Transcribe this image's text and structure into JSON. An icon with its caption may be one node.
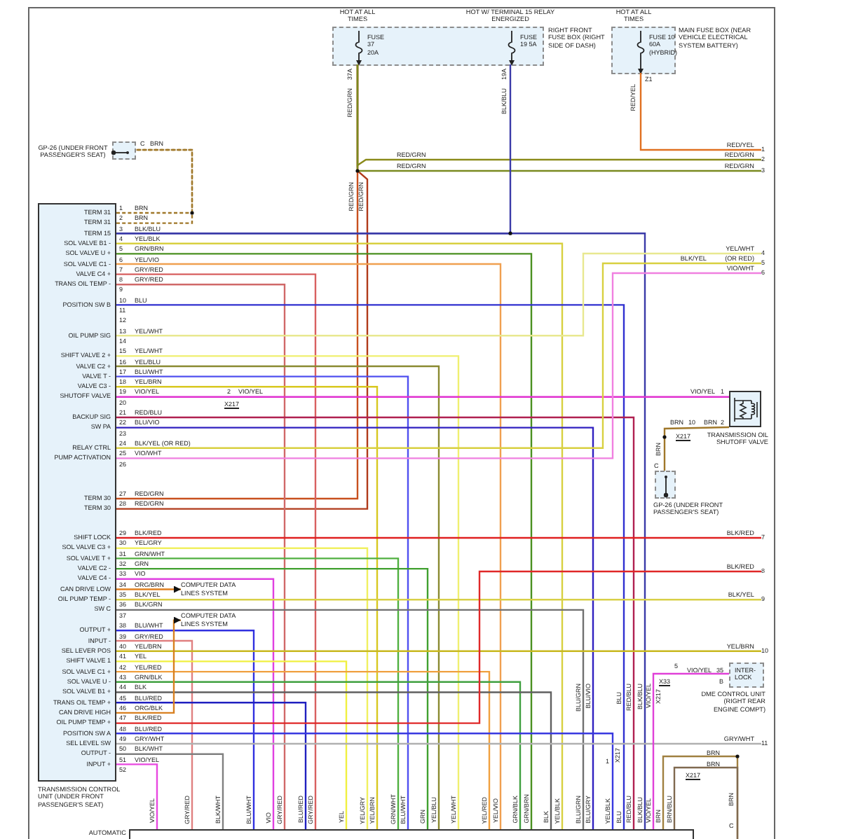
{
  "diagram": {
    "nodes": [
      {
        "text": [],
        "shape": "box",
        "beside": [
          "RIGHT FRONT FUSE BOX (RIGHT SIDE OF DASH)"
        ]
      },
      {
        "text": [
          "FUSE 37 20A"
        ],
        "in": 0,
        "beside": [
          "HOT AT ALL TIMES"
        ]
      },
      {
        "text": [
          "FUSE 19 5A"
        ],
        "in": 0,
        "beside": [
          "HOT W/ TERMINAL 15 RELAY ENERGIZED"
        ]
      },
      {
        "text": [],
        "shape": "box",
        "beside": [
          "MAIN FUSE BOX (NEAR VEHICLE ELECTRICAL SYSTEM BATTERY)"
        ]
      },
      {
        "text": [
          "FUSE 10 60A (HYBRID)"
        ],
        "in": 3,
        "beside": [
          "HOT AT ALL TIMES"
        ]
      },
      {
        "text": [],
        "shape": "box",
        "beside": [
          "GP-26 (UNDER FRONT PASSENGER'S SEAT)"
        ]
      },
      {
        "text": [
          "TERM 31",
          "TERM 31",
          "TERM 15",
          "SOL VALVE B1 -",
          "SOL VALVE U +",
          "SOL VALVE C1 -",
          "VALVE C4 +",
          "TRANS OIL TEMP -",
          "POSITION SW B",
          "OIL PUMP SIG",
          "SHIFT VALVE 2 +",
          "VALVE C2 +",
          "VALVE T -",
          "VALVE C3 -",
          "SHUTOFF VALVE",
          "BACKUP SIG",
          "SW PA",
          "RELAY CTRL",
          "PUMP ACTIVATION",
          "TERM 30",
          "TERM 30",
          "SHIFT LOCK",
          "SOL VALVE C3 +",
          "SOL VALVE T +",
          "VALVE C2 -",
          "VALVE C4 -",
          "CAN DRIVE LOW",
          "OIL PUMP TEMP -",
          "SW C",
          "OUTPUT +",
          "INPUT -",
          "SEL LEVER POS",
          "SHIFT VALVE 1",
          "SOL VALVE C1 +",
          "SOL VALVE U -",
          "SOL VALVE B1 +",
          "TRANS OIL TEMP +",
          "CAN DRIVE HIGH",
          "OIL PUMP TEMP +",
          "POSITION SW A",
          "SEL LEVEL SW",
          "OUTPUT -",
          "INPUT +"
        ],
        "beside": [
          "TRANSMISSION CONTROL UNIT (UNDER FRONT PASSENGER'S SEAT)"
        ]
      },
      {
        "text": [
          "COMPUTER DATA LINES SYSTEM"
        ]
      },
      {
        "text": [
          "COMPUTER DATA LINES SYSTEM"
        ]
      },
      {
        "text": [],
        "shape": "box",
        "beside": [
          "TRANSMISSION OIL SHUTOFF VALVE"
        ]
      },
      {
        "text": [],
        "shape": "box",
        "beside": [
          "GP-26 (UNDER FRONT PASSENGER'S SEAT)"
        ]
      },
      {
        "text": [
          "INTER-LOCK"
        ],
        "beside": [
          "DME CONTROL UNIT (RIGHT REAR ENGINE COMPT)"
        ]
      },
      {
        "text": [],
        "shape": "box",
        "beside": [
          "AUTOMATIC"
        ]
      },
      {
        "text": [
          "1"
        ],
        "beside": [
          "RED/YEL"
        ]
      },
      {
        "text": [
          "2"
        ],
        "beside": [
          "RED/GRN"
        ]
      },
      {
        "text": [
          "3"
        ],
        "beside": [
          "RED/GRN"
        ]
      },
      {
        "text": [
          "4"
        ],
        "beside": [
          "YEL/WHT"
        ]
      },
      {
        "text": [
          "5"
        ],
        "beside": [
          "BLK/YEL",
          "(OR RED)"
        ]
      },
      {
        "text": [
          "6"
        ],
        "beside": [
          "VIO/WHT"
        ]
      },
      {
        "text": [
          "7"
        ],
        "beside": [
          "BLK/RED"
        ]
      },
      {
        "text": [
          "8"
        ],
        "beside": [
          "BLK/RED"
        ]
      },
      {
        "text": [
          "9"
        ],
        "beside": [
          "BLK/YEL"
        ]
      },
      {
        "text": [
          "10"
        ],
        "beside": [
          "YEL/BRN"
        ]
      },
      {
        "text": [
          "11"
        ],
        "beside": [
          "GRY/WHT"
        ]
      }
    ],
    "edges": [
      {
        "from": 6,
        "to": 5,
        "arrow": "none",
        "label": "BRN",
        "style": "dashed",
        "color": "#a0782a"
      },
      {
        "from": 6,
        "to": 5,
        "arrow": "none",
        "label": "BRN",
        "style": "dashed",
        "color": "#a0782a"
      },
      {
        "from": 1,
        "to": 6,
        "arrow": "none",
        "label": "RED/GRN",
        "color": "#c8501e"
      },
      {
        "from": 1,
        "to": 6,
        "arrow": "none",
        "label": "RED/GRN",
        "color": "#b03a1a"
      },
      {
        "from": 1,
        "to": 14,
        "arrow": "none",
        "color": "#8a8a1a"
      },
      {
        "from": 1,
        "to": 15,
        "arrow": "none",
        "color": "#7a8a20"
      },
      {
        "from": 2,
        "to": 6,
        "arrow": "none",
        "label": "BLK/BLU",
        "color": "#3a3aa8"
      },
      {
        "from": 4,
        "to": 13,
        "arrow": "none",
        "color": "#e07020"
      },
      {
        "from": 6,
        "to": 12,
        "arrow": "none",
        "color": "#3a3aa8"
      },
      {
        "from": 6,
        "to": 12,
        "arrow": "none",
        "label": "YEL/BLK",
        "color": "#d8d040"
      },
      {
        "from": 6,
        "to": 12,
        "arrow": "none",
        "label": "GRN/BRN",
        "color": "#4a9020"
      },
      {
        "from": 6,
        "to": 12,
        "arrow": "none",
        "label": "YEL/VIO",
        "color": "#f0a050"
      },
      {
        "from": 6,
        "to": 12,
        "arrow": "none",
        "label": "GRY/RED",
        "color": "#d86060"
      },
      {
        "from": 6,
        "to": 12,
        "arrow": "none",
        "label": "GRY/RED",
        "color": "#d06868"
      },
      {
        "from": 6,
        "to": 12,
        "arrow": "none",
        "label": "BLU",
        "color": "#3030d0"
      },
      {
        "from": 6,
        "to": 16,
        "arrow": "none",
        "label": "YEL/WHT",
        "color": "#e8e890"
      },
      {
        "from": 6,
        "to": 12,
        "arrow": "none",
        "label": "YEL/WHT",
        "color": "#f0f070"
      },
      {
        "from": 6,
        "to": 12,
        "arrow": "none",
        "label": "YEL/BLU",
        "color": "#8a8a30"
      },
      {
        "from": 6,
        "to": 12,
        "arrow": "none",
        "label": "BLU/WHT",
        "color": "#5050f0"
      },
      {
        "from": 6,
        "to": 12,
        "arrow": "none",
        "label": "YEL/BRN",
        "color": "#d8c820"
      },
      {
        "from": 6,
        "to": 9,
        "arrow": "none",
        "label": "VIO/YEL",
        "color": "#e030d0"
      },
      {
        "from": 6,
        "to": 12,
        "arrow": "none",
        "label": "RED/BLU",
        "color": "#b02050"
      },
      {
        "from": 6,
        "to": 12,
        "arrow": "none",
        "label": "BLU/VIO",
        "color": "#3020c0"
      },
      {
        "from": 6,
        "to": 17,
        "arrow": "none",
        "label": "BLK/YEL (OR RED)",
        "color": "#d8d040"
      },
      {
        "from": 6,
        "to": 18,
        "arrow": "none",
        "label": "VIO/WHT",
        "color": "#f080e0"
      },
      {
        "from": 6,
        "to": 19,
        "arrow": "none",
        "label": "BLK/RED",
        "color": "#e02020"
      },
      {
        "from": 6,
        "to": 12,
        "arrow": "none",
        "label": "YEL/GRY",
        "color": "#f0f060"
      },
      {
        "from": 6,
        "to": 12,
        "arrow": "none",
        "label": "GRN/WHT",
        "color": "#50b040"
      },
      {
        "from": 6,
        "to": 12,
        "arrow": "none",
        "label": "GRN",
        "color": "#40a030"
      },
      {
        "from": 6,
        "to": 12,
        "arrow": "none",
        "label": "VIO",
        "color": "#e040e0"
      },
      {
        "from": 6,
        "to": 7,
        "arrow": "to",
        "label": "ORG/BRN",
        "color": "#e08020"
      },
      {
        "from": 6,
        "to": 21,
        "arrow": "none",
        "label": "BLK/YEL",
        "color": "#d8d048"
      },
      {
        "from": 6,
        "to": 12,
        "arrow": "none",
        "label": "BLK/GRN",
        "color": "#707070"
      },
      {
        "from": 6,
        "to": 12,
        "arrow": "none",
        "label": "BLU/WHT",
        "color": "#3030e0"
      },
      {
        "from": 6,
        "to": 12,
        "arrow": "none",
        "label": "GRY/RED",
        "color": "#e08080"
      },
      {
        "from": 6,
        "to": 22,
        "arrow": "none",
        "label": "YEL/BRN",
        "color": "#c8b820"
      },
      {
        "from": 6,
        "to": 12,
        "arrow": "none",
        "label": "YEL",
        "color": "#f0f040"
      },
      {
        "from": 6,
        "to": 12,
        "arrow": "none",
        "label": "YEL/RED",
        "color": "#f0a040"
      },
      {
        "from": 6,
        "to": 12,
        "arrow": "none",
        "label": "GRN/BLK",
        "color": "#40a040"
      },
      {
        "from": 6,
        "to": 12,
        "arrow": "none",
        "label": "BLK",
        "color": "#606060"
      },
      {
        "from": 6,
        "to": 12,
        "arrow": "none",
        "label": "BLU/RED",
        "color": "#2020c0"
      },
      {
        "from": 6,
        "to": 8,
        "arrow": "to",
        "label": "ORG/BLK",
        "color": "#d88020"
      },
      {
        "from": 6,
        "to": 20,
        "arrow": "none",
        "label": "BLK/RED",
        "color": "#e02828"
      },
      {
        "from": 6,
        "to": 12,
        "arrow": "none",
        "label": "BLU/RED",
        "color": "#3838e0"
      },
      {
        "from": 6,
        "to": 23,
        "arrow": "none",
        "label": "GRY/WHT",
        "color": "#b0b0b0"
      },
      {
        "from": 6,
        "to": 12,
        "arrow": "none",
        "label": "BLK/WHT",
        "color": "#808080"
      },
      {
        "from": 6,
        "to": 12,
        "arrow": "none",
        "label": "VIO/YEL",
        "color": "#e848e0"
      },
      {
        "from": 10,
        "to": 9,
        "arrow": "none",
        "color": "#a0782a"
      },
      {
        "from": 11,
        "to": 12,
        "arrow": "none",
        "color": "#e040d8"
      },
      {
        "from": 12,
        "to": null,
        "arrow": "none",
        "color": "#a08040"
      },
      {
        "from": 12,
        "to": null,
        "arrow": "none",
        "color": "#806a50"
      }
    ],
    "labels": [
      "37A",
      "RED/GRN",
      "19A",
      "BLK/BLU",
      "Z1",
      "RED/YEL",
      "C",
      "BRN",
      "RED/GRN",
      "RED/GRN",
      "RED/GRN",
      "RED/GRN",
      "1",
      "2",
      "3",
      "4",
      "5",
      "6",
      "7",
      "8",
      "9",
      "10",
      "11",
      "12",
      "13",
      "14",
      "15",
      "16",
      "17",
      "18",
      "19",
      "20",
      "21",
      "22",
      "23",
      "24",
      "25",
      "26",
      "27",
      "28",
      "29",
      "30",
      "31",
      "32",
      "33",
      "34",
      "35",
      "36",
      "37",
      "38",
      "39",
      "40",
      "41",
      "42",
      "43",
      "44",
      "45",
      "46",
      "47",
      "48",
      "49",
      "50",
      "51",
      "52",
      "2",
      "VIO/YEL",
      "X217",
      "VIO/YEL",
      "1",
      "BRN",
      "10",
      "BRN",
      "2",
      "X217",
      "BRN",
      "C",
      "BLU/GRN",
      "BLU/VIO",
      "BLU",
      "RED/BLU",
      "BLK/BLU",
      "VIO/YEL",
      "X217",
      "5",
      "VIO/YEL",
      "35",
      "X33",
      "B",
      "1",
      "X217",
      "BRN",
      "BRN",
      "X217",
      "BRN",
      "C",
      "VIO/YEL",
      "GRY/RED",
      "BLK/WHT",
      "BLU/WHT",
      "VIO",
      "GRY/RED",
      "BLU/RED",
      "GRY/RED",
      "YEL",
      "YEL/GRY",
      "YEL/BRN",
      "GRN/WHT",
      "BLU/WHT",
      "GRN",
      "YEL/BLU",
      "YEL/WHT",
      "YEL/RED",
      "YEL/VIO",
      "GRN/BLK",
      "GRN/BRN",
      "BLK",
      "YEL/BLK",
      "BLU/GRN",
      "BLU/GRY",
      "YEL/BLK",
      "BLU",
      "RED/BLU",
      "BLK/BLU",
      "VIO/YEL",
      "BRN",
      "BRN/BLU"
    ]
  }
}
